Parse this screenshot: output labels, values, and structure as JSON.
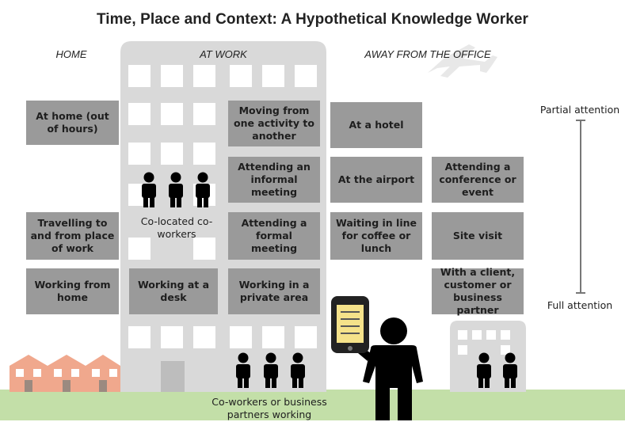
{
  "title": "Time, Place and Context: A Hypothetical Knowledge Worker",
  "columns": {
    "home": "HOME",
    "work": "AT WORK",
    "away": "AWAY FROM THE OFFICE"
  },
  "boxes": {
    "at_home": "At home (out of hours)",
    "travelling": "Travelling to and from place of work",
    "working_from_home": "Working from home",
    "working_desk": "Working at a desk",
    "moving": "Moving from one activity to another",
    "informal": "Attending an informal meeting",
    "formal": "Attending a formal meeting",
    "private": "Working in a private area",
    "hotel": "At a hotel",
    "airport": "At the airport",
    "waiting": "Waiting in line for coffee or lunch",
    "conference": "Attending a conference or event",
    "site_visit": "Site visit",
    "client": "With a client, customer or business partner"
  },
  "labels": {
    "colocated": "Co-located co-workers",
    "coworkers_bottom": "Co-workers or business partners working",
    "partial": "Partial attention",
    "full": "Full attention"
  },
  "colors": {
    "box": "#9a9a9a",
    "building": "#d9d9d9",
    "ground": "#c3dfa8",
    "houses": "#f0a88d"
  }
}
